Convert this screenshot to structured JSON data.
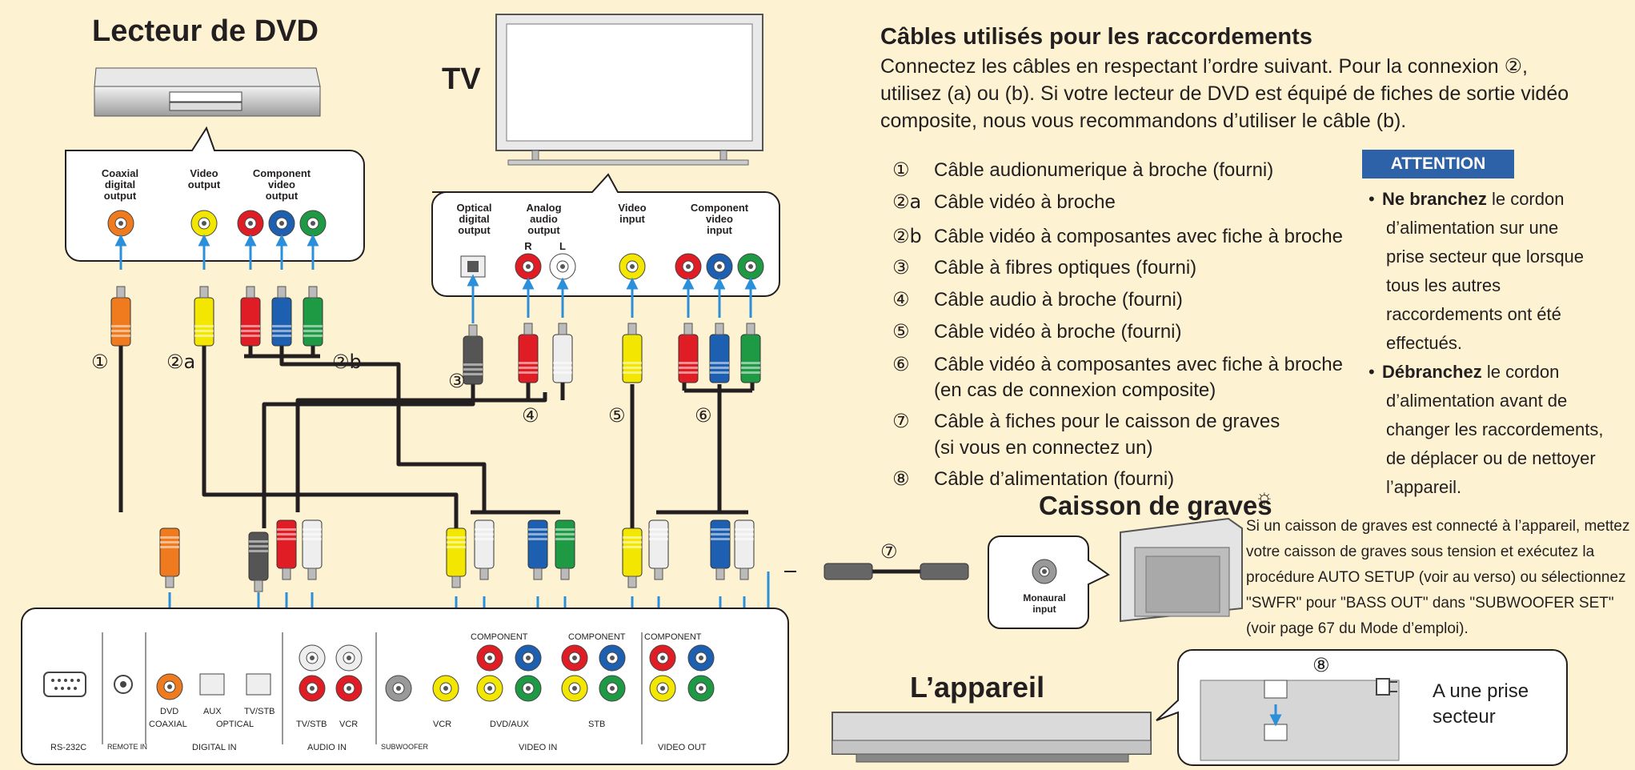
{
  "titles": {
    "dvd_player": "Lecteur de DVD",
    "tv": "TV",
    "subwoofer": "Caisson de graves",
    "unit": "L’appareil"
  },
  "dvd_panel": {
    "coaxial": [
      "Coaxial",
      "digital",
      "output"
    ],
    "video": [
      "Video",
      "output"
    ],
    "component": [
      "Component",
      "video",
      "output"
    ]
  },
  "tv_panel": {
    "optical": [
      "Optical",
      "digital",
      "output"
    ],
    "analog": [
      "Analog",
      "audio",
      "output"
    ],
    "r": "R",
    "l": "L",
    "video": [
      "Video",
      "input"
    ],
    "component": [
      "Component",
      "video",
      "input"
    ]
  },
  "subwoofer_panel": [
    "Monaural",
    "input"
  ],
  "cable_markers": {
    "c1": "①",
    "c2a": "②a",
    "c2b": "②b",
    "c3": "③",
    "c4": "④",
    "c5": "⑤",
    "c6": "⑥",
    "c7": "⑦",
    "c8": "⑧"
  },
  "cables_section": {
    "heading": "Câbles utilisés pour les raccordements",
    "intro": "Connectez les câbles en respectant l’ordre suivant. Pour la connexion ②, utilisez (a) ou (b). Si votre lecteur de DVD est équipé de fiches de sortie vidéo composite, nous vous recommandons d’utiliser le câble (b).",
    "items": [
      {
        "marker": "①",
        "text": "Câble audionumerique à broche (fourni)"
      },
      {
        "marker": "②a",
        "text": "Câble vidéo à broche"
      },
      {
        "marker": "②b",
        "text": "Câble vidéo à composantes avec fiche à broche"
      },
      {
        "marker": "③",
        "text": "Câble à fibres optiques (fourni)"
      },
      {
        "marker": "④",
        "text": "Câble audio à broche (fourni)"
      },
      {
        "marker": "⑤",
        "text": "Câble vidéo à broche (fourni)"
      },
      {
        "marker": "⑥",
        "text": "Câble vidéo à composantes avec fiche à broche",
        "sub": "(en cas de connexion composite)"
      },
      {
        "marker": "⑦",
        "text": "Câble à fiches pour le caisson de graves",
        "sub": "(si vous en connectez un)"
      },
      {
        "marker": "⑧",
        "text": "Câble d’alimentation (fourni)"
      }
    ]
  },
  "attention": {
    "label": "ATTENTION",
    "b1_bold": "Ne branchez",
    "b1_lines": [
      "le cordon",
      "d’alimentation sur une",
      "prise secteur que lorsque",
      "tous les autres",
      "raccordements ont été",
      "effectués."
    ],
    "b2_bold": "Débranchez",
    "b2_lines": [
      "le cordon",
      "d’alimentation avant de",
      "changer les raccordements,",
      "de déplacer ou de nettoyer",
      "l’appareil."
    ]
  },
  "note": "Si un caisson de graves est connecté à l’appareil, mettez votre caisson de graves sous tension et exécutez la procédure AUTO SETUP (voir au verso) ou sélectionnez \"SWFR\" pour \"BASS OUT\" dans \"SUBWOOFER SET\" (voir page 67 du Mode d’emploi).",
  "outlet": "A une prise secteur",
  "rear_panel": {
    "dvd": "DVD",
    "coaxial": "COAXIAL",
    "aux": "AUX",
    "tvstb": "TV/STB",
    "optical": "OPTICAL",
    "tvstb_audio": "TV/STB",
    "vcr_audio": "VCR",
    "component1": "COMPONENT",
    "component2": "COMPONENT",
    "component3": "COMPONENT",
    "vcr": "VCR",
    "dvdaux": "DVD/AUX",
    "stb": "STB",
    "rs232c": "RS-232C",
    "remote_in": "REMOTE IN",
    "digital_in": "DIGITAL IN",
    "audio_in": "AUDIO IN",
    "subwoofer": "SUBWOOFER",
    "video_in": "VIDEO IN",
    "video_out": "VIDEO OUT"
  },
  "colors": {
    "background": "#fdf3d2",
    "cable": "#231f20",
    "arrow": "#2b8fd9",
    "orange": "#f07b1e",
    "yellow": "#f3e600",
    "red": "#e01d24",
    "blue": "#1d5fb0",
    "green": "#1f9a44",
    "attention": "#2e62a8"
  },
  "icons": {
    "tip": "lightbulb-icon",
    "rs232c": "serial-port-icon",
    "power": "power-plug-icon"
  }
}
